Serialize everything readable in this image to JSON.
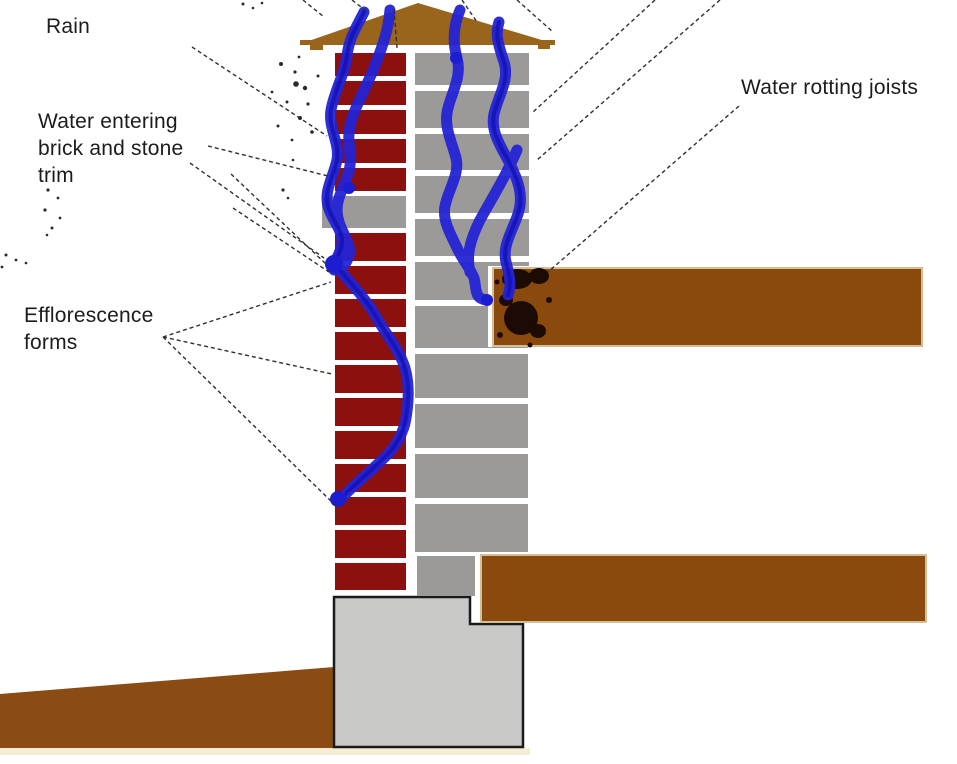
{
  "diagram_title": "Chimney water damage cross-section",
  "labels": {
    "rain": {
      "text": "Rain"
    },
    "water_entering": {
      "lines": [
        "Water entering",
        "brick and stone",
        "trim"
      ]
    },
    "efflorescence": {
      "lines": [
        "Efflorescence",
        "forms"
      ]
    },
    "water_rotting": {
      "text": "Water rotting joists"
    }
  },
  "components": {
    "cap": "chimney cap",
    "brick_column": "brick chimney face",
    "stone_trim": "stone trim band",
    "block_column": "concrete block flue",
    "joist_upper": "upper floor joist",
    "joist_lower": "lower floor joist",
    "foundation": "foundation footing",
    "grade": "ground grade",
    "water": "water infiltration path",
    "rot": "rotted wood at joist end"
  },
  "colors": {
    "brick_red": "#8c100e",
    "block_gray": "#9b9a98",
    "cap_brown": "#99641b",
    "wood_brown": "#8a4a0e",
    "soil_brown": "#8a4c12",
    "foundation_gray": "#c8c8c6",
    "water_blue": "#2424d6",
    "water_blue_dark": "#1212b4",
    "rot_dark": "#1c0a04",
    "leader_line": "#303030",
    "mortar_white": "#ffffff",
    "text_color": "#1c1c1c",
    "ground_strip_cream": "#f7ecd4"
  }
}
